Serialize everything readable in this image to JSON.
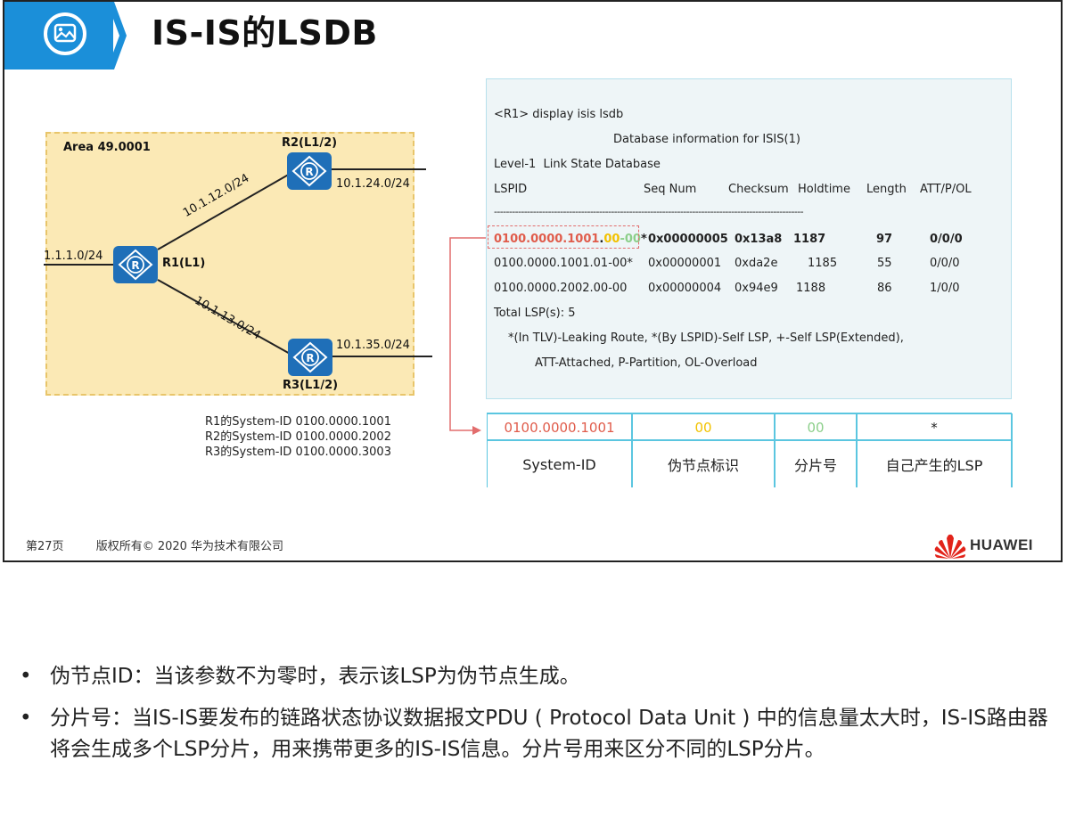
{
  "slide": {
    "title": "IS-IS的LSDB",
    "footer": {
      "page": "第27页",
      "copyright": "版权所有© 2020 华为技术有限公司",
      "brand": "HUAWEI"
    }
  },
  "diagram": {
    "area_label": "Area 49.0001",
    "routers": {
      "r1": "R1(L1)",
      "r2": "R2(L1/2)",
      "r3": "R3(L1/2)"
    },
    "router_glyph": "R",
    "links": {
      "r1_ext": "1.1.1.0/24",
      "r1_r2": "10.1.12.0/24",
      "r1_r3": "10.1.13.0/24",
      "r2_ext": "10.1.24.0/24",
      "r3_ext": "10.1.35.0/24"
    },
    "system_ids": [
      "R1的System-ID 0100.0000.1001",
      "R2的System-ID 0100.0000.2002",
      "R3的System-ID 0100.0000.3003"
    ]
  },
  "cli": {
    "command": "<R1> display isis lsdb",
    "db_title": "Database information for ISIS(1)",
    "level": "Level-1  Link State Database",
    "headers": [
      "LSPID",
      "Seq Num",
      "Checksum",
      "Holdtime",
      "Length",
      "ATT/P/OL"
    ],
    "separator": "-------------------------------------------------------------------------------------------------------",
    "row1": {
      "sysid": "0100.0000.1001",
      "dot1": ".",
      "pseudo": "00",
      "dash": "-",
      "frag": "00",
      "star": "*",
      "seq": "0x00000005",
      "checksum": "0x13a8",
      "holdtime": "1187",
      "length": "97",
      "att": "0/0/0"
    },
    "rows": [
      {
        "lspid": "0100.0000.1001.01-00*",
        "seq": "0x00000001",
        "checksum": "0xda2e",
        "holdtime": "1185",
        "length": "55",
        "att": "0/0/0"
      },
      {
        "lspid": "0100.0000.2002.00-00",
        "seq": "0x00000004",
        "checksum": "0x94e9",
        "holdtime": "1188",
        "length": "86",
        "att": "1/0/0"
      }
    ],
    "total": "Total LSP(s): 5",
    "note1": "*(In TLV)-Leaking Route, *(By LSPID)-Self LSP, +-Self LSP(Extended),",
    "note2": "ATT-Attached, P-Partition, OL-Overload"
  },
  "breakdown": {
    "values": [
      "0100.0000.1001",
      "00",
      "00",
      "*"
    ],
    "labels": [
      "System-ID",
      "伪节点标识",
      "分片号",
      "自己产生的LSP"
    ]
  },
  "bullets": [
    "伪节点ID：当该参数不为零时，表示该LSP为伪节点生成。",
    "分片号：当IS-IS要发布的链路状态协议数据报文PDU ( Protocol Data Unit ) 中的信息量太大时，IS-IS路由器将会生成多个LSP分片，用来携带更多的IS-IS信息。分片号用来区分不同的LSP分片。"
  ],
  "bullet_char": "•",
  "colors": {
    "accent_blue": "#1b8fd9",
    "router_blue": "#1f6fb8",
    "area_fill": "#fbe9b5",
    "sysid_red": "#e05c4b",
    "pseudo_yellow": "#f2c200",
    "frag_green": "#8ccf8a",
    "table_border": "#5bc6e0",
    "huawei_red": "#e2231a"
  }
}
